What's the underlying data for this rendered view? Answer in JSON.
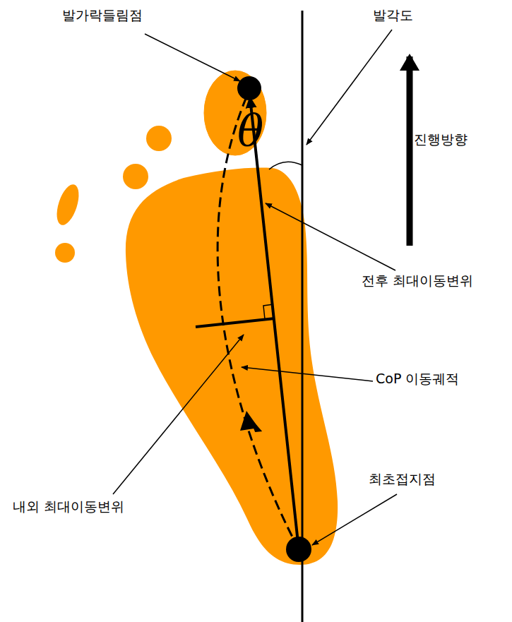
{
  "diagram": {
    "labels": [
      "발가락들림점",
      "발각도",
      "진행방향",
      "전후 최대이동변위",
      "CoP 이동궤적",
      "최초접지점",
      "내외 최대이동변위",
      "θ"
    ]
  }
}
